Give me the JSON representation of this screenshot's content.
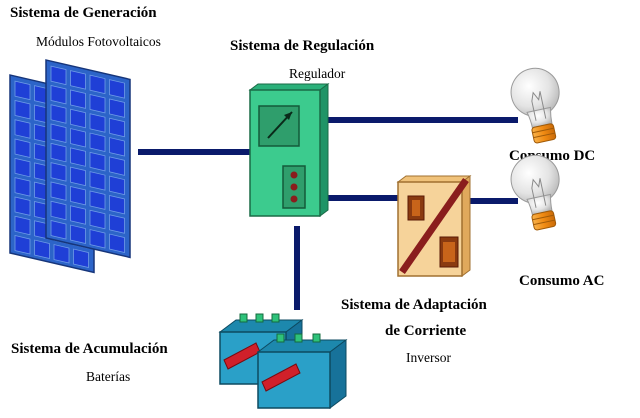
{
  "generation": {
    "title": "Sistema de Generación",
    "subtitle": "Módulos Fotovoltaicos"
  },
  "regulation": {
    "title": "Sistema de Regulación",
    "subtitle": "Regulador"
  },
  "consumo_dc": {
    "label": "Consumo DC"
  },
  "consumo_ac": {
    "label": "Consumo AC"
  },
  "adaptation": {
    "title_line1": "Sistema de Adaptación",
    "title_line2": "de Corriente",
    "subtitle": "Inversor"
  },
  "accumulation": {
    "title": "Sistema de Acumulación",
    "subtitle": "Baterías"
  },
  "colors": {
    "wire": "#0a1a6b",
    "panel_frame": "#2c64c8",
    "panel_cell": "#1f3fd6",
    "regulator": "#3ccb8e",
    "inverter": "#f6d39a",
    "inverter_stripe": "#8a1d1d",
    "battery": "#2aa0c8",
    "battery_terminal": "#2ec27a",
    "battery_bar": "#d0202a",
    "bulb_glass": "#e6e6e6",
    "bulb_base": "#f59a1e"
  },
  "icons": [
    "solar-panel-icon",
    "regulator-icon",
    "inverter-icon",
    "battery-icon",
    "light-bulb-icon"
  ]
}
